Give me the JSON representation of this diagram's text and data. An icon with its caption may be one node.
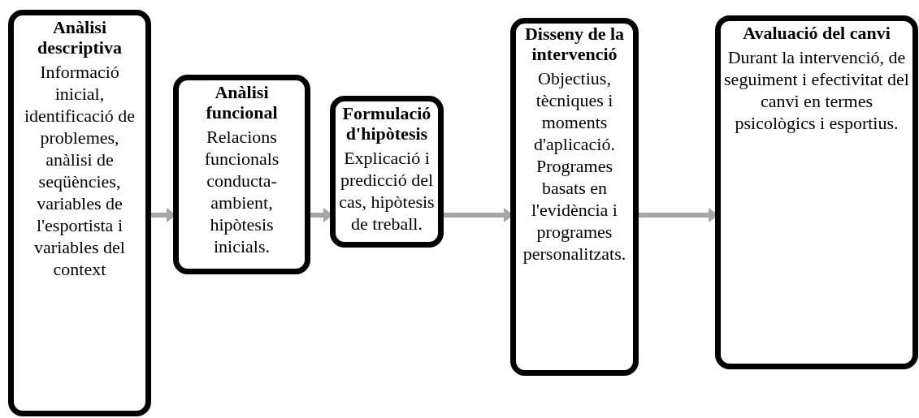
{
  "diagram": {
    "nodes": [
      {
        "text": [
          "Anàlisi descriptiva",
          "Informació inicial, identificació de problemes, anàlisi de seqüències, variables de l'esportista i variables del context"
        ]
      },
      {
        "text": [
          "Anàlisi funcional",
          "Relacions funcionals conducta-ambient, hipòtesis inicials."
        ]
      },
      {
        "text": [
          "Formulació d'hipòtesis",
          "Explicació i predicció del cas, hipòtesis de treball."
        ]
      },
      {
        "text": [
          "Disseny de la intervenció",
          "Objectius, tècniques i moments d'aplicació. Programes basats en l'evidència i programes personalitzats."
        ]
      },
      {
        "text": [
          "Avaluació del canvi",
          "Durant la intervenció, de seguiment i efectivitat del canvi en termes psicològics i esportius."
        ]
      }
    ],
    "edges": [
      {
        "from": 0,
        "to": 1,
        "arrow": "to"
      },
      {
        "from": 1,
        "to": 2,
        "arrow": "to"
      },
      {
        "from": 2,
        "to": 3,
        "arrow": "to"
      },
      {
        "from": 3,
        "to": 4,
        "arrow": "to"
      }
    ]
  }
}
